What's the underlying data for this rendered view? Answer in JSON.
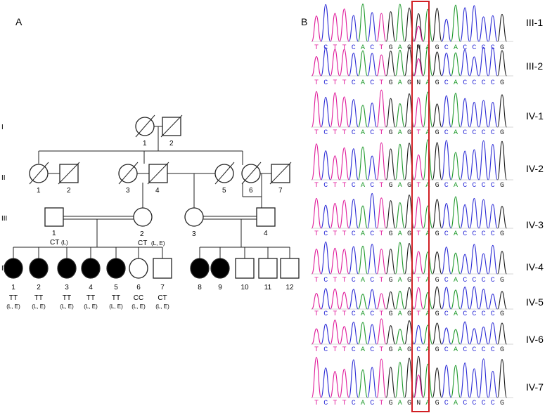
{
  "panels": {
    "a": "A",
    "b": "B"
  },
  "generations": [
    "I",
    "II",
    "III",
    "IV"
  ],
  "colors": {
    "line": "#222222",
    "affected": "#000000",
    "mutant_genotype": "#e0262b",
    "normal_genotype": "#2f86c8",
    "box": "#d11f24",
    "traces": [
      "#1a1a1a",
      "#e01a9a",
      "#2b2bd6",
      "#1f9a2c"
    ]
  },
  "pedigree": {
    "gen1": [
      {
        "id": "1",
        "sex": "female",
        "deceased": true
      },
      {
        "id": "2",
        "sex": "male",
        "deceased": true
      }
    ],
    "gen2": [
      {
        "id": "1",
        "sex": "female",
        "deceased": true
      },
      {
        "id": "2",
        "sex": "male",
        "deceased": true
      },
      {
        "id": "3",
        "sex": "female",
        "deceased": true
      },
      {
        "id": "4",
        "sex": "male",
        "deceased": true
      },
      {
        "id": "5",
        "sex": "female",
        "deceased": true
      },
      {
        "id": "6",
        "sex": "female",
        "deceased": true
      },
      {
        "id": "7",
        "sex": "male",
        "deceased": true
      }
    ],
    "gen3": [
      {
        "id": "1",
        "sex": "male",
        "genotype": "CT",
        "tissue": "(L)"
      },
      {
        "id": "2",
        "sex": "female",
        "genotype": "CT",
        "tissue": "(L, E)"
      },
      {
        "id": "3",
        "sex": "female"
      },
      {
        "id": "4",
        "sex": "male"
      }
    ],
    "gen4": [
      {
        "id": "1",
        "sex": "female",
        "affected": true,
        "genotype": "TT",
        "tissue": "(L, E)"
      },
      {
        "id": "2",
        "sex": "female",
        "affected": true,
        "genotype": "TT",
        "tissue": "(L, E)"
      },
      {
        "id": "3",
        "sex": "female",
        "affected": true,
        "genotype": "TT",
        "tissue": "(L, E)"
      },
      {
        "id": "4",
        "sex": "female",
        "affected": true,
        "genotype": "TT",
        "tissue": "(L, E)"
      },
      {
        "id": "5",
        "sex": "female",
        "affected": true,
        "genotype": "TT",
        "tissue": "(L, E)"
      },
      {
        "id": "6",
        "sex": "female",
        "affected": false,
        "genotype": "CC",
        "tissue": "(L, E)"
      },
      {
        "id": "7",
        "sex": "male",
        "affected": false,
        "genotype": "CT",
        "tissue": "(L, E)"
      },
      {
        "id": "8",
        "sex": "female",
        "affected": true
      },
      {
        "id": "9",
        "sex": "female",
        "affected": true
      },
      {
        "id": "10",
        "sex": "male",
        "affected": false
      },
      {
        "id": "11",
        "sex": "male",
        "affected": false
      },
      {
        "id": "12",
        "sex": "male",
        "affected": false
      }
    ]
  },
  "chromatograms": [
    {
      "label": "III-1",
      "sequence": [
        "T",
        "C",
        "T",
        "T",
        "C",
        "A",
        "C",
        "T",
        "G",
        "A",
        "G",
        "N",
        "A",
        "G",
        "C",
        "A",
        "C",
        "C",
        "C",
        "C",
        "G"
      ]
    },
    {
      "label": "III-2",
      "sequence": [
        "T",
        "C",
        "T",
        "T",
        "C",
        "A",
        "C",
        "T",
        "G",
        "A",
        "G",
        "N",
        "A",
        "G",
        "C",
        "A",
        "C",
        "C",
        "C",
        "C",
        "G"
      ]
    },
    {
      "label": "IV-1",
      "sequence": [
        "T",
        "C",
        "T",
        "T",
        "C",
        "A",
        "C",
        "T",
        "G",
        "A",
        "G",
        "T",
        "A",
        "G",
        "C",
        "A",
        "C",
        "C",
        "C",
        "C",
        "G"
      ]
    },
    {
      "label": "IV-2",
      "sequence": [
        "T",
        "C",
        "T",
        "T",
        "C",
        "A",
        "C",
        "T",
        "G",
        "A",
        "G",
        "T",
        "A",
        "G",
        "C",
        "A",
        "C",
        "C",
        "C",
        "C",
        "G"
      ]
    },
    {
      "label": "IV-3",
      "sequence": [
        "T",
        "C",
        "T",
        "T",
        "C",
        "A",
        "C",
        "T",
        "G",
        "A",
        "G",
        "T",
        "A",
        "G",
        "C",
        "A",
        "C",
        "C",
        "C",
        "C",
        "G"
      ]
    },
    {
      "label": "IV-4",
      "sequence": [
        "T",
        "C",
        "T",
        "T",
        "C",
        "A",
        "C",
        "T",
        "G",
        "A",
        "G",
        "T",
        "A",
        "G",
        "C",
        "A",
        "C",
        "C",
        "C",
        "C",
        "G"
      ]
    },
    {
      "label": "IV-5",
      "sequence": [
        "T",
        "C",
        "T",
        "T",
        "C",
        "A",
        "C",
        "T",
        "G",
        "A",
        "G",
        "T",
        "A",
        "G",
        "C",
        "A",
        "C",
        "C",
        "C",
        "C",
        "G"
      ]
    },
    {
      "label": "IV-6",
      "sequence": [
        "T",
        "C",
        "T",
        "T",
        "C",
        "A",
        "C",
        "T",
        "G",
        "A",
        "G",
        "C",
        "A",
        "G",
        "C",
        "A",
        "C",
        "C",
        "C",
        "C",
        "G"
      ]
    },
    {
      "label": "IV-7",
      "sequence": [
        "T",
        "C",
        "T",
        "T",
        "C",
        "A",
        "C",
        "T",
        "G",
        "A",
        "G",
        "N",
        "A",
        "G",
        "C",
        "A",
        "C",
        "C",
        "C",
        "C",
        "G"
      ]
    }
  ]
}
